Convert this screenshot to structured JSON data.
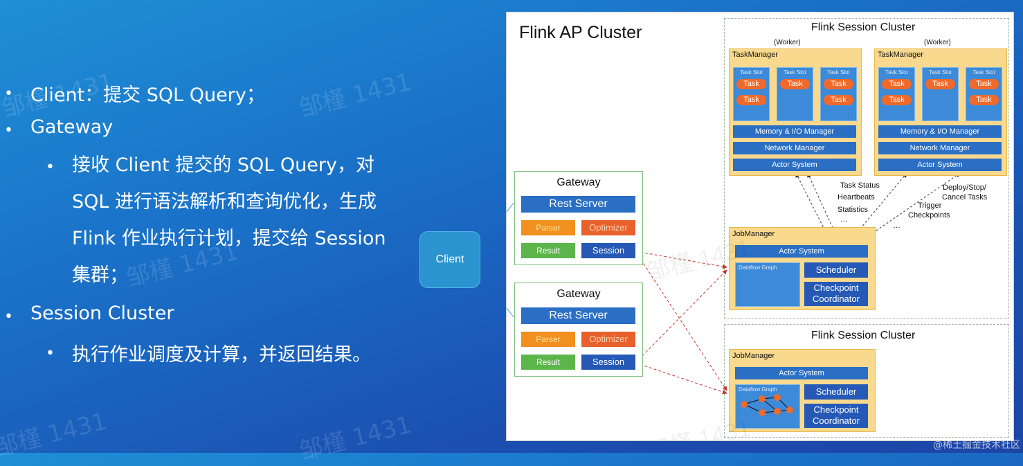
{
  "bullets": {
    "client": "Client：提交 SQL Query；",
    "gateway": "Gateway",
    "gateway_detail": "接收 Client 提交的 SQL Query，对 SQL 进行语法解析和查询优化，生成 Flink 作业执行计划，提交给 Session 集群；",
    "session_cluster": "Session Cluster",
    "session_detail": "执行作业调度及计算，并返回结果。",
    "dot": "•"
  },
  "client_box": "Client",
  "diagram": {
    "title": "Flink AP Cluster",
    "gateway": {
      "title": "Gateway",
      "rest_server": "Rest Server",
      "parser": "Parser",
      "optimizer": "Optimizer",
      "result": "Result",
      "session": "Session"
    },
    "session_cluster_title": "Flink Session Cluster",
    "worker": "(Worker)",
    "taskmanager": {
      "title": "TaskManager",
      "slot": "Task Slot",
      "task": "Task",
      "memory": "Memory & I/O Manager",
      "network": "Network Manager",
      "actor": "Actor System"
    },
    "jobmanager": {
      "title": "JobManager",
      "actor": "Actor System",
      "dataflow": "Dataflow Graph",
      "scheduler": "Scheduler",
      "checkpoint": "Checkpoint Coordinator"
    },
    "annotations": {
      "task_status": "Task Status",
      "heartbeats": "Heartbeats",
      "statistics": "Statistics",
      "ellipsis": "…",
      "deploy": "Deploy/Stop/",
      "cancel": "Cancel Tasks",
      "trigger": "Trigger",
      "checkpoints": "Checkpoints"
    }
  },
  "watermark": "邹槿 1431",
  "footer": "@稀土掘金技术社区",
  "colors": {
    "accent_blue": "#2a6fc4",
    "task_orange": "#ef6a2a",
    "parser_orange": "#f18f1f",
    "result_green": "#5cb54a",
    "jobmanager_yellow": "#f8d98e"
  }
}
